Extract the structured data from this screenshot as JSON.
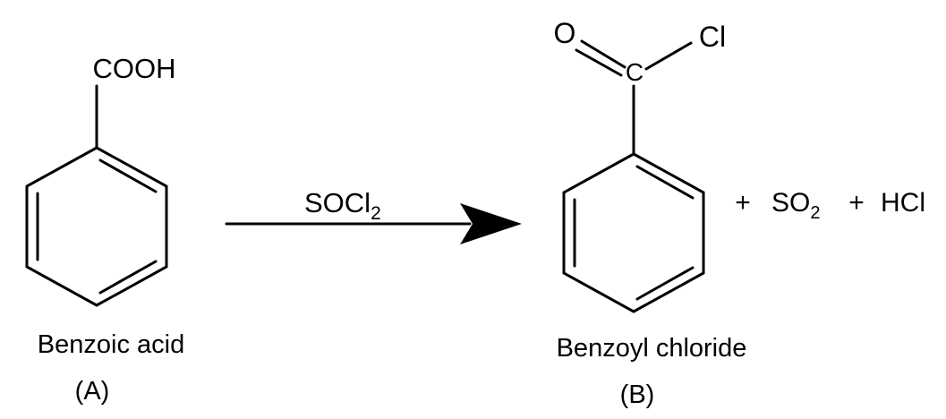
{
  "reactant": {
    "group": "COOH",
    "name": "Benzoic acid",
    "tag": "(A)"
  },
  "reagent": {
    "base": "SOCl",
    "subscript": "2"
  },
  "product": {
    "oxygen": "O",
    "carbon": "C",
    "chlorine": "Cl",
    "name": "Benzoyl chloride",
    "tag": "(B)"
  },
  "byproducts": {
    "plus1": "+",
    "so2_base": "SO",
    "so2_subscript": "2",
    "plus2": "+",
    "hcl": "HCl"
  },
  "colors": {
    "oxygen": "#e8161b",
    "chlorine": "#22a82e",
    "ink": "#000000"
  }
}
